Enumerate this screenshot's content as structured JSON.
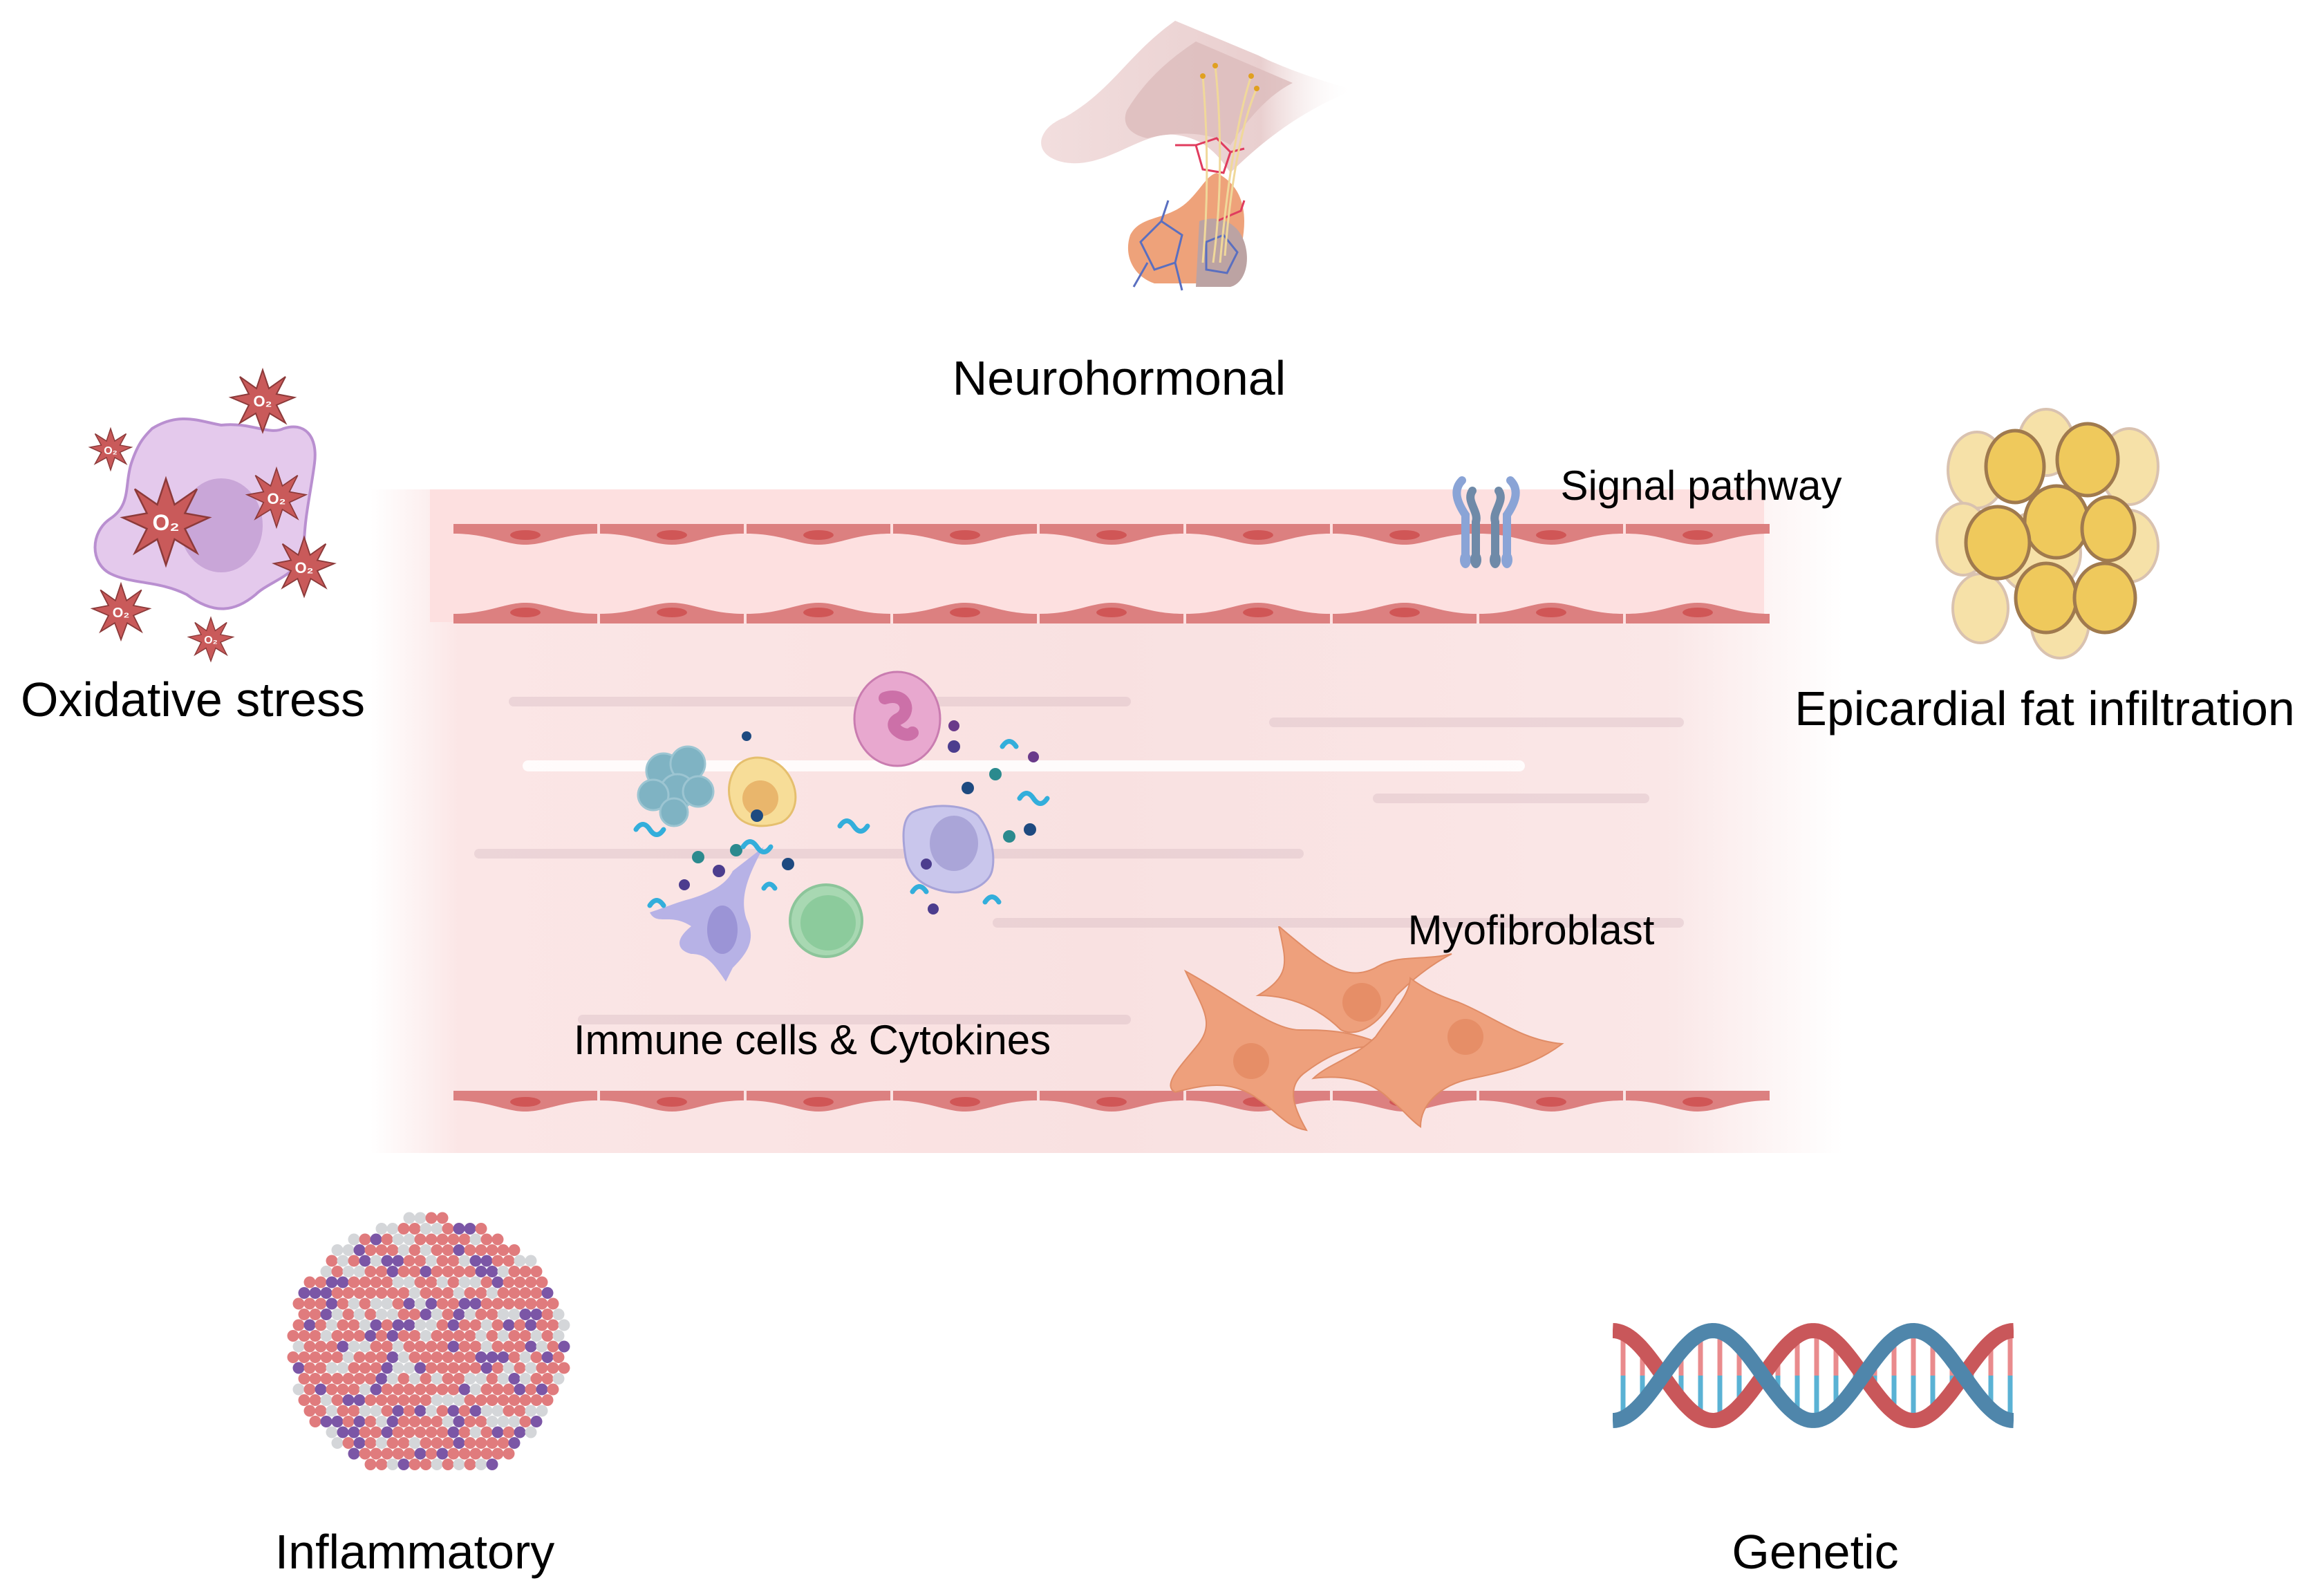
{
  "figure": {
    "labels": {
      "neurohormonal": "Neurohormonal",
      "oxidative_stress": "Oxidative stress",
      "epicardial_fat": "Epicardial fat infiltration",
      "inflammatory": "Inflammatory",
      "genetic": "Genetic",
      "signal_pathway": "Signal pathway",
      "myofibroblast": "Myofibroblast",
      "immune_cells": "Immune cells & Cytokines"
    },
    "ros_symbol": "O₂",
    "icons": {
      "neurohormonal": "pituitary-gland-icon",
      "oxidative_stress": "cell-with-superoxide-icon",
      "epicardial_fat": "adipocyte-cluster-icon",
      "inflammatory": "hex-cell-map-icon",
      "genetic": "dna-double-helix-icon",
      "signal_pathway": "membrane-receptor-icon",
      "myofibroblast": "myofibroblast-cells-icon",
      "immune_cells": "immune-cells-icon"
    },
    "colors": {
      "tissue": "#fbe4e4",
      "vessel_cell": "#dc8080",
      "vessel_nucleus": "#d05656",
      "ros_star": "#c95a5a",
      "cell_purple": "#e3c8ec",
      "fat_yellow": "#efc95c",
      "dna_red": "#c9575a",
      "dna_blue": "#4f86ab",
      "hex_pink": "#e07b7d",
      "hex_purple": "#7b56a6",
      "hex_gray": "#d4d6d9",
      "myofibroblast": "#eea07c"
    }
  }
}
